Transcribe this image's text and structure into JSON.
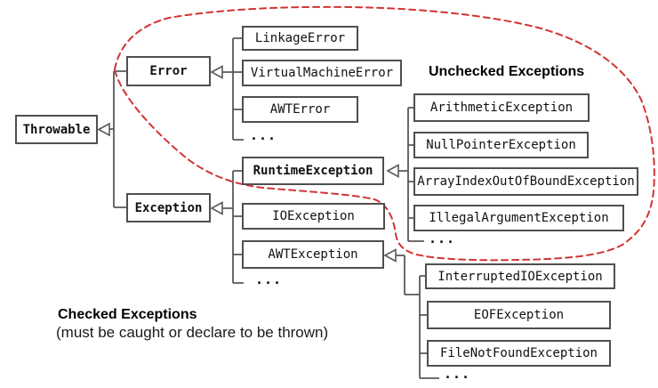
{
  "nodes": {
    "throwable": "Throwable",
    "error": "Error",
    "exception": "Exception",
    "linkage_error": "LinkageError",
    "virtual_machine_error": "VirtualMachineError",
    "awt_error": "AWTError",
    "runtime_exception": "RuntimeException",
    "io_exception": "IOException",
    "awt_exception": "AWTException",
    "arithmetic_exception": "ArithmeticException",
    "null_pointer_exception": "NullPointerException",
    "array_index_out_of_bound_exception": "ArrayIndexOutOfBoundException",
    "illegal_argument_exception": "IllegalArgumentException",
    "interrupted_io_exception": "InterruptedIOException",
    "eof_exception": "EOFException",
    "file_not_found_exception": "FileNotFoundException"
  },
  "ellipsis": "...",
  "labels": {
    "unchecked": "Unchecked Exceptions",
    "checked": "Checked Exceptions",
    "checked_note": "(must be caught or declare to be thrown)"
  },
  "colors": {
    "box_border": "#4f4f4f",
    "connector": "#5a5a5a",
    "unchecked_outline": "#d23434",
    "text": "#111111"
  }
}
